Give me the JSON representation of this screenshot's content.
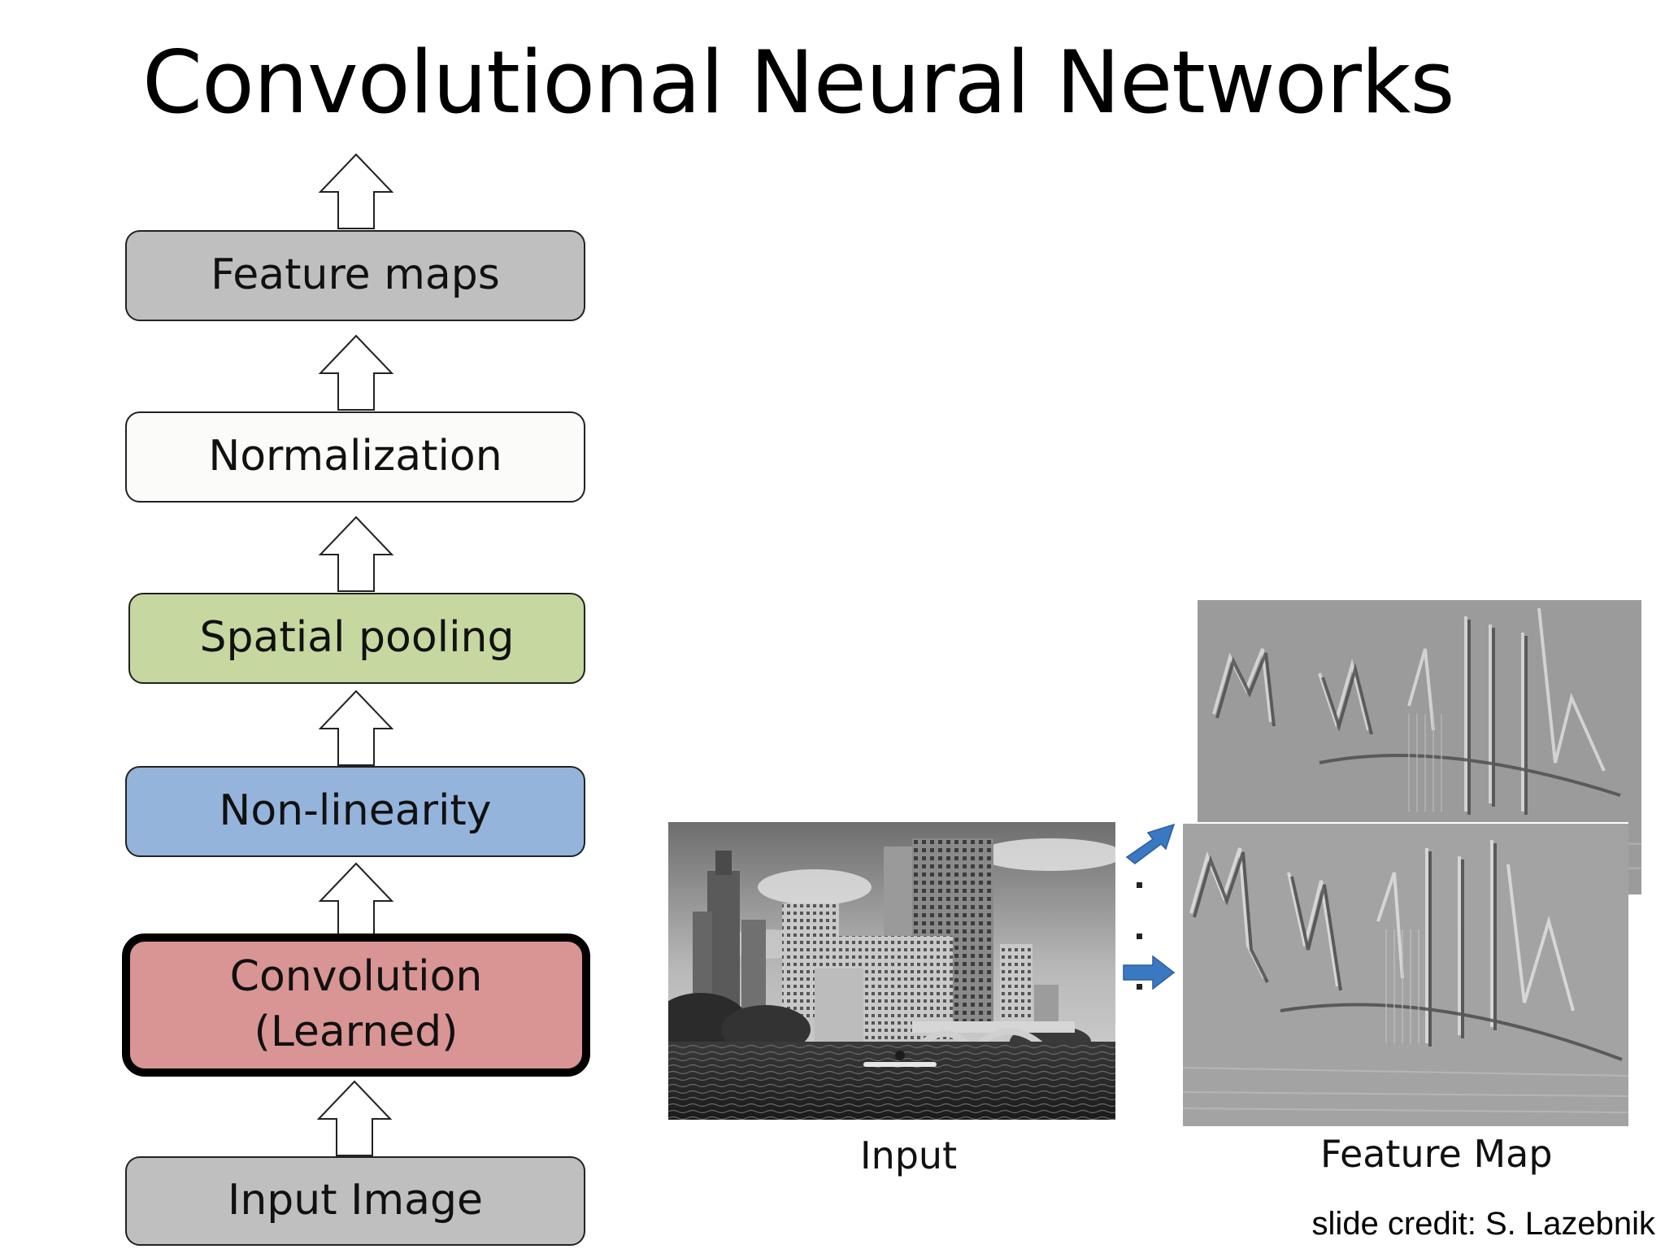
{
  "slide": {
    "title": "Convolutional Neural Networks",
    "credit": "slide credit: S. Lazebnik"
  },
  "pipeline": {
    "stages": [
      {
        "label": "Feature maps",
        "color": "#bfbfbf"
      },
      {
        "label": "Normalization",
        "color": "#fbfbf9"
      },
      {
        "label": "Spatial pooling",
        "color": "#c6d89f"
      },
      {
        "label": "Non-linearity",
        "color": "#95b4dc"
      },
      {
        "label": "Convolution\n(Learned)",
        "color": "#d99594",
        "highlighted": true
      },
      {
        "label": "Input Image",
        "color": "#bfbfbf"
      }
    ]
  },
  "illustration": {
    "input_caption": "Input",
    "output_caption": "Feature Map",
    "arrow_color": "#3b78c2"
  }
}
